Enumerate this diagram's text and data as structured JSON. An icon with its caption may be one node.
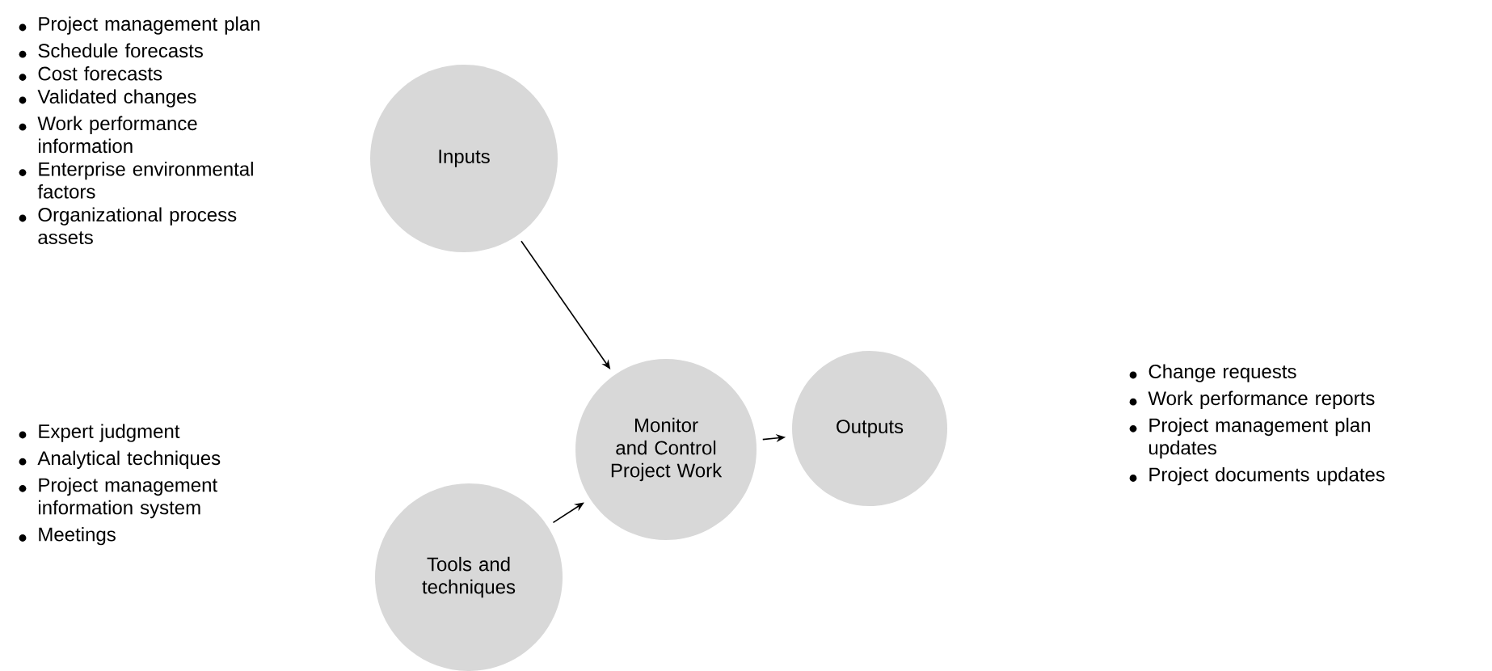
{
  "diagram": {
    "nodes": [
      {
        "text": [
          "Inputs"
        ],
        "beside": [
          "Project management plan",
          "Schedule forecasts",
          "Cost forecasts",
          "Validated changes",
          "Work performance information",
          "Enterprise environmental factors",
          "Organizational process assets"
        ]
      },
      {
        "text": [
          "Monitor and Control Project Work"
        ]
      },
      {
        "text": [
          "Tools and techniques"
        ],
        "beside": [
          "Expert judgment",
          "Analytical techniques",
          "Project management information system",
          "Meetings"
        ]
      },
      {
        "text": [
          "Outputs"
        ],
        "beside": [
          "Change requests",
          "Work performance reports",
          "Project management plan updates",
          "Project documents updates"
        ]
      }
    ],
    "edges": [
      {
        "from": 0,
        "to": 1,
        "arrow": "to"
      },
      {
        "from": 2,
        "to": 1,
        "arrow": "to"
      },
      {
        "from": 1,
        "to": 3,
        "arrow": "to"
      }
    ]
  }
}
